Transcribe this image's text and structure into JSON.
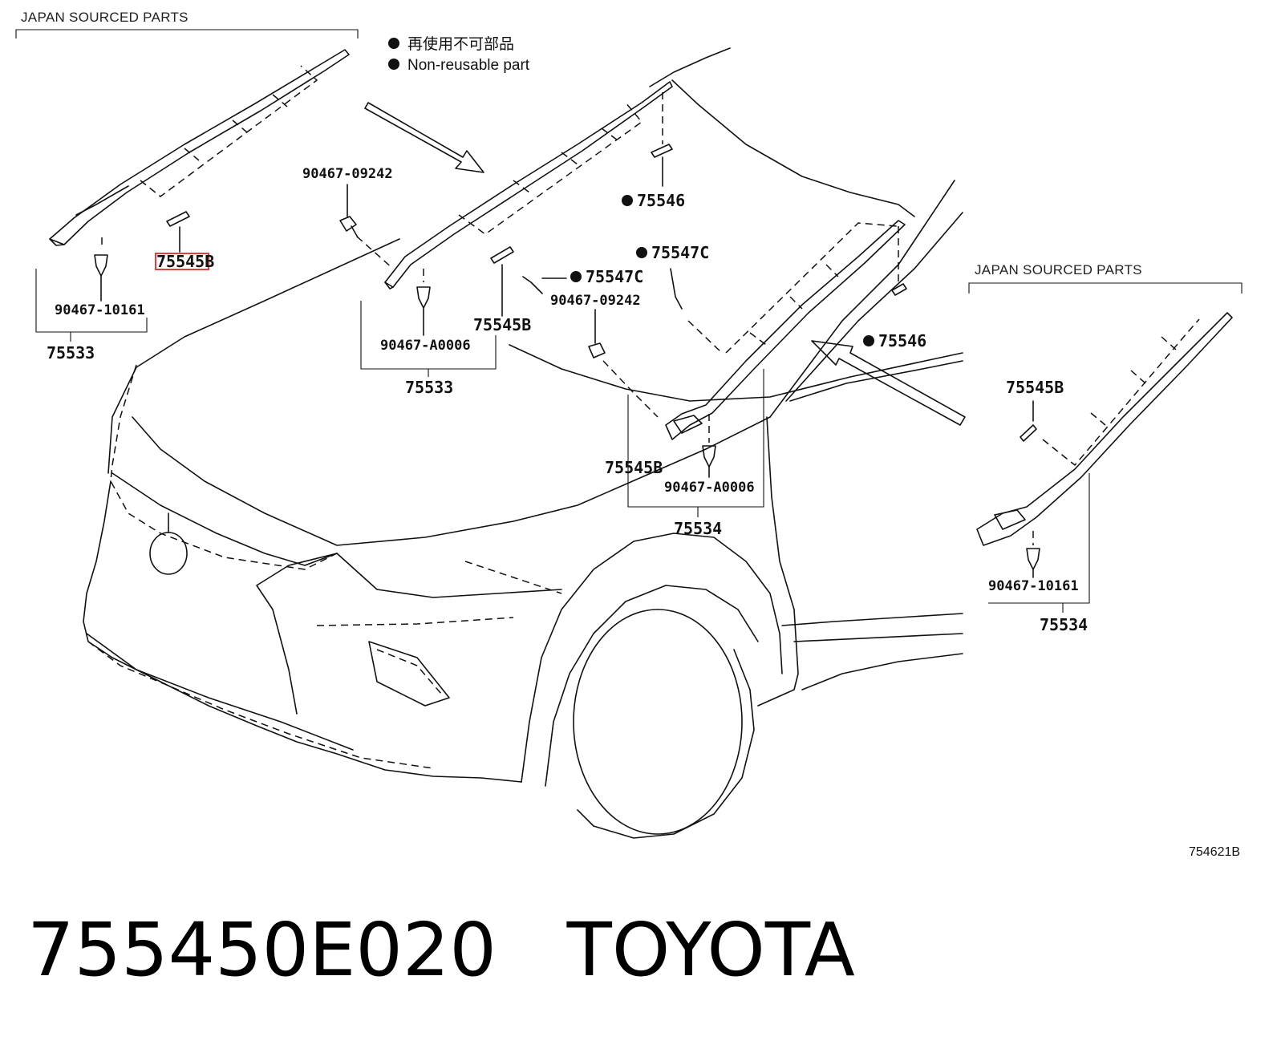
{
  "headers": {
    "left": "JAPAN SOURCED PARTS",
    "right": "JAPAN SOURCED PARTS"
  },
  "legend": {
    "line1": "再使用不可部品",
    "line2": "Non-reusable part"
  },
  "labels": {
    "l_75545B_hl": "75545B",
    "l_90467_10161_a": "90467-10161",
    "l_75533_a": "75533",
    "l_90467_09242_a": "90467-09242",
    "l_75546_a": "75546",
    "l_75547C_a": "75547C",
    "l_75547C_b": "75547C",
    "l_90467_09242_b": "90467-09242",
    "l_75545B_b": "75545B",
    "l_90467_A0006_a": "90467-A0006",
    "l_75533_b": "75533",
    "l_75546_b": "75546",
    "l_75545B_c": "75545B",
    "l_90467_A0006_b": "90467-A0006",
    "l_75534_a": "75534",
    "l_75545B_d": "75545B",
    "l_90467_10161_b": "90467-10161",
    "l_75534_b": "75534"
  },
  "diagram_code": "754621B",
  "footer": {
    "title": "755450E020   TOYOTA"
  }
}
